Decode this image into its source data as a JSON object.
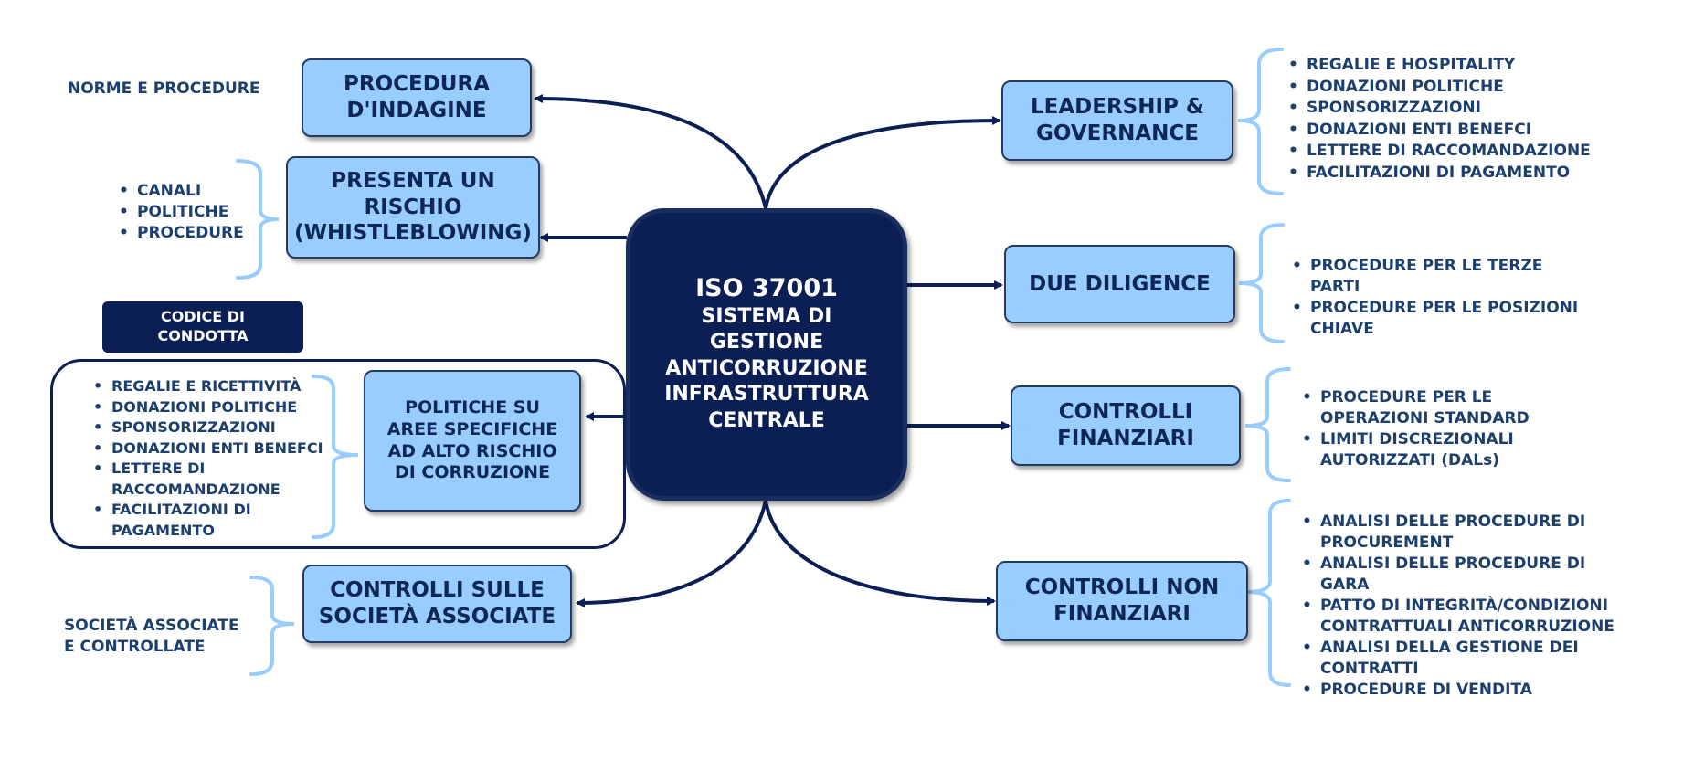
{
  "center": {
    "title": "ISO 37001",
    "lines": [
      "SISTEMA DI",
      "GESTIONE",
      "ANTICORRUZIONE",
      "INFRASTRUTTURA",
      "CENTRALE"
    ]
  },
  "left": {
    "norme_label": "NORME E PROCEDURE",
    "procedura_indagine": [
      "PROCEDURA",
      "D'INDAGINE"
    ],
    "whistleblowing": [
      "PRESENTA UN",
      "RISCHIO",
      "(WHISTLEBLOWING)"
    ],
    "whistleblowing_items": [
      "CANALI",
      "POLITICHE",
      "PROCEDURE"
    ],
    "codice_condotta": [
      "CODICE DI",
      "CONDOTTA"
    ],
    "politiche": [
      "POLITICHE SU",
      "AREE SPECIFICHE",
      "AD ALTO RISCHIO",
      "DI CORRUZIONE"
    ],
    "politiche_items": [
      "REGALIE E RICETTIVITÀ",
      "DONAZIONI POLITICHE",
      "SPONSORIZZAZIONI",
      "DONAZIONI ENTI BENEFCI",
      "LETTERE DI RACCOMANDAZIONE",
      "FACILITAZIONI DI PAGAMENTO"
    ],
    "controlli_societa": [
      "CONTROLLI SULLE",
      "SOCIETÀ ASSOCIATE"
    ],
    "societa_label": [
      "SOCIETÀ ASSOCIATE",
      "E CONTROLLATE"
    ]
  },
  "right": {
    "leadership": [
      "LEADERSHIP &",
      "GOVERNANCE"
    ],
    "leadership_items": [
      "REGALIE E HOSPITALITY",
      "DONAZIONI POLITICHE",
      "SPONSORIZZAZIONI",
      "DONAZIONI ENTI BENEFCI",
      "LETTERE DI RACCOMANDAZIONE",
      "FACILITAZIONI DI PAGAMENTO"
    ],
    "due_diligence": "DUE DILIGENCE",
    "due_diligence_items": [
      "PROCEDURE PER LE TERZE PARTI",
      "PROCEDURE PER LE POSIZIONI CHIAVE"
    ],
    "controlli_finanziari": [
      "CONTROLLI",
      "FINANZIARI"
    ],
    "controlli_finanziari_items": [
      "PROCEDURE PER LE OPERAZIONI STANDARD",
      "LIMITI DISCREZIONALI AUTORIZZATI (DALs)"
    ],
    "controlli_non_finanziari": [
      "CONTROLLI NON",
      "FINANZIARI"
    ],
    "controlli_non_finanziari_items": [
      "ANALISI DELLE PROCEDURE DI PROCUREMENT",
      "ANALISI DELLE PROCEDURE DI GARA",
      "PATTO DI INTEGRITÀ/CONDIZIONI CONTRATTUALI ANTICORRUZIONE",
      "ANALISI DELLA GESTIONE DEI CONTRATTI",
      "PROCEDURE DI VENDITA"
    ]
  },
  "colors": {
    "box_fill": "#99ccff",
    "center_fill": "#0c1f55",
    "bracket": "#99ccff",
    "text": "#1d3f6e"
  }
}
